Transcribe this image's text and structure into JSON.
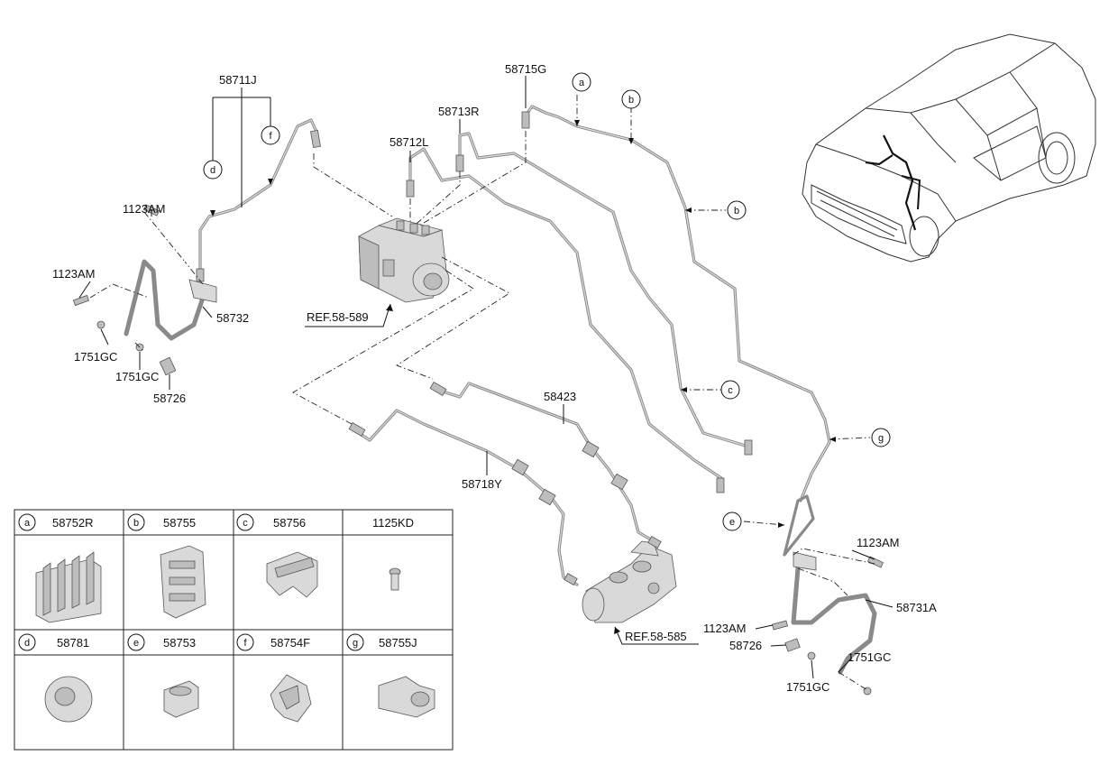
{
  "callouts": {
    "c_58711J": "58711J",
    "c_58715G": "58715G",
    "c_58713R": "58713R",
    "c_58712L": "58712L",
    "c_1123AM_a": "1123AM",
    "c_1123AM_b": "1123AM",
    "c_58732": "58732",
    "c_1751GC_a": "1751GC",
    "c_1751GC_b": "1751GC",
    "c_58726_a": "58726",
    "c_ref589": "REF.58-589",
    "c_58423": "58423",
    "c_58718Y": "58718Y",
    "c_ref585": "REF.58-585",
    "c_1123AM_c": "1123AM",
    "c_58731A": "58731A",
    "c_1123AM_d": "1123AM",
    "c_58726_b": "58726",
    "c_1751GC_c": "1751GC",
    "c_1751GC_d": "1751GC"
  },
  "letters": {
    "a": "a",
    "b": "b",
    "c": "c",
    "d": "d",
    "e": "e",
    "f": "f",
    "g": "g"
  },
  "legend": {
    "cells": [
      {
        "letter": "a",
        "part": "58752R"
      },
      {
        "letter": "b",
        "part": "58755"
      },
      {
        "letter": "c",
        "part": "58756"
      },
      {
        "letter": "",
        "part": "1125KD"
      },
      {
        "letter": "d",
        "part": "58781"
      },
      {
        "letter": "e",
        "part": "58753"
      },
      {
        "letter": "f",
        "part": "58754F"
      },
      {
        "letter": "g",
        "part": "58755J"
      }
    ]
  }
}
